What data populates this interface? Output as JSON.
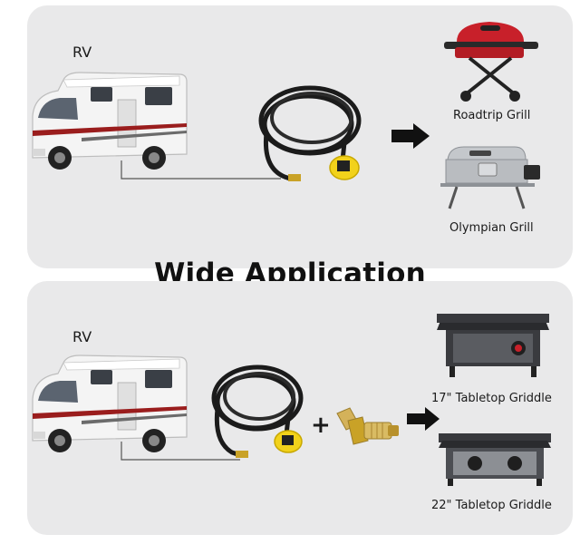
{
  "title": "Wide Application",
  "top_panel": {
    "source_label": "RV",
    "grills": [
      {
        "name": "Roadtrip Grill"
      },
      {
        "name": "Olympian Grill"
      }
    ],
    "icons": [
      "rv-icon",
      "hose-icon",
      "arrow-right-icon",
      "roadtrip-grill-icon",
      "olympian-grill-icon"
    ]
  },
  "bottom_panel": {
    "source_label": "RV",
    "connector": "+",
    "griddles": [
      {
        "name": "17\" Tabletop Griddle"
      },
      {
        "name": "22\" Tabletop Griddle"
      }
    ],
    "icons": [
      "rv-icon",
      "hose-icon",
      "plus-icon",
      "elbow-adapter-icon",
      "arrow-right-icon",
      "griddle-17-icon",
      "griddle-22-icon"
    ]
  },
  "colors": {
    "panel": "#e9e9ea",
    "hose": "#1b1b1b",
    "fitting_brass": "#c9a227",
    "knob_yellow": "#f2d21b",
    "grill_red": "#c8202a",
    "steel": "#b9bcc0",
    "griddle_top": "#2a2b2e",
    "rv_stripe": "#9a1d1d"
  }
}
